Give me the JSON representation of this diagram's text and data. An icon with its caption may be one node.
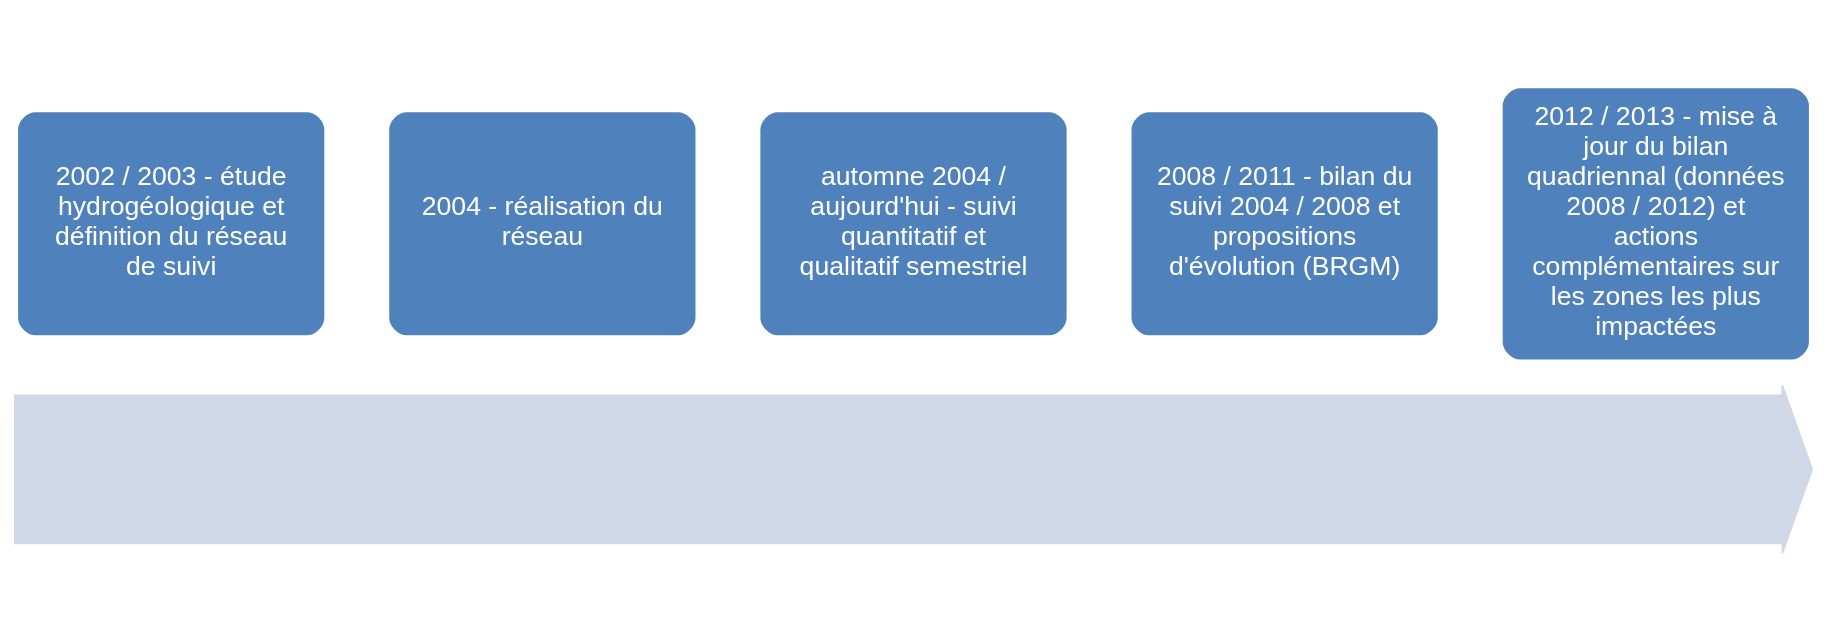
{
  "diagram": {
    "nodes": [
      {
        "text": [
          "2002 / 2003 - étude hydrogéologique et définition du réseau de suivi"
        ]
      },
      {
        "text": [
          "2004 - réalisation du réseau"
        ]
      },
      {
        "text": [
          "automne 2004 / aujourd'hui - suivi quantitatif et qualitatif semestriel"
        ]
      },
      {
        "text": [
          "2008 / 2011 - bilan du suivi 2004 / 2008 et propositions d'évolution (BRGM)"
        ]
      },
      {
        "text": [
          "2012 / 2013 - mise à jour du bilan quadriennal (données 2008 / 2012) et actions complémentaires sur les zones les plus impactées"
        ]
      },
      {
        "text": [],
        "shape": "arrow"
      }
    ]
  }
}
